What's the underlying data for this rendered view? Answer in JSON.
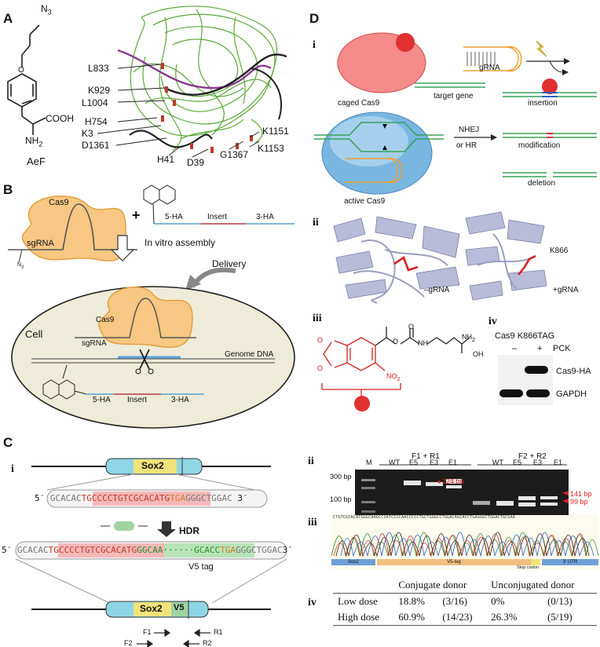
{
  "panel_labels": {
    "A": "A",
    "B": "B",
    "C": "C",
    "D": "D"
  },
  "panel_a": {
    "azide": "N",
    "azide_sub": "3",
    "cooh": "COOH",
    "amine": "NH",
    "amine_sub": "2",
    "compound": "AeF",
    "residues": [
      "L833",
      "K929",
      "L1004",
      "H754",
      "K3",
      "D1361",
      "H41",
      "D39",
      "G1367",
      "K1151",
      "K1153"
    ]
  },
  "panel_b": {
    "cas9": "Cas9",
    "sgrna": "sgRNA",
    "n3": "N",
    "n3_sub": "3",
    "plus": "+",
    "ha5": "5-HA",
    "insert": "Insert",
    "ha3": "3-HA",
    "assembly": "In vitro assembly",
    "delivery": "Delivery",
    "cell": "Cell",
    "cas9_in": "Cas9",
    "sgrna_in": "sgRNA",
    "genome": "Genome DNA",
    "ha5_in": "5-HA",
    "insert_in": "Insert",
    "ha3_in": "3-HA"
  },
  "panel_c": {
    "sub_i": "i",
    "gene": "Sox2",
    "seq1_5": "5′",
    "seq1_a": "GCACAC",
    "seq1_red": "TGCCCCTGTCGCACATG",
    "seq1_b": "TGA",
    "seq1_c": "GGGCTGGAC",
    "seq1_3": "3′",
    "hdr": "HDR",
    "seq2_5": "5′",
    "seq2_a": "GCACAC",
    "seq2_red": "TGCCCCTGTCGCACATG",
    "seq2_green": "GGCAA······GCACC",
    "seq2_b": "TGA",
    "seq2_c": "GGGCTGGAC",
    "seq2_3": "3′",
    "v5tag": "V5 tag",
    "gene2": "Sox2",
    "v5": "V5",
    "f1": "F1",
    "r1": "R1",
    "f2": "F2",
    "r2": "R2",
    "gel_sub": "ii",
    "gel_groups": [
      "F1 + R1",
      "F2 + R2"
    ],
    "gel_lanes": [
      "M",
      "WT",
      "E5",
      "E3",
      "E1",
      "WT",
      "E5",
      "E3",
      "E1"
    ],
    "gel_ladder": [
      "300 bp",
      "100 bp"
    ],
    "gel_bands": [
      "224 bp",
      "141 bp",
      "99 bp"
    ],
    "seq_sub": "iii",
    "chrom_seq": "CTGTCGCACATGGGCAAGCCCATCCCCAACCCCCTGCTGGGCCTGGACAGCACCTGAGGGCTGGACTGCGAA",
    "chrom_segments": [
      "Sox2",
      "V5-tag",
      "3' UTR"
    ],
    "stop": "Stop codon",
    "table_sub": "iv",
    "table_headers": [
      "",
      "Conjugate donor",
      "",
      "Unconjugated donor",
      ""
    ],
    "table_rows": [
      [
        "Low dose",
        "18.8%",
        "(3/16)",
        "0%",
        "(0/13)"
      ],
      [
        "High dose",
        "60.9%",
        "(14/23)",
        "26.3%",
        "(5/19)"
      ]
    ]
  },
  "panel_d": {
    "sub_i": "i",
    "caged": "caged Cas9",
    "grna": "gRNA",
    "target": "target gene",
    "active": "active Cas9",
    "nhej": "NHEJ",
    "orhr": "or HR",
    "insertion": "insertion",
    "modification": "modification",
    "deletion": "deletion",
    "sub_ii": "ii",
    "minus_grna": "–gRNA",
    "plus_grna": "+gRNA",
    "k866": "K866",
    "sub_iii": "iii",
    "nh2": "NH",
    "nh2_sub": "2",
    "oh": "OH",
    "no2": "NO",
    "no2_sub": "2",
    "o_labels": [
      "O",
      "O",
      "O",
      "O",
      "N",
      "H"
    ],
    "sub_iv": "iv",
    "wb_title": "Cas9 K866TAG",
    "wb_minus": "–",
    "wb_plus": "+",
    "wb_pck": "PCK",
    "wb_cas9": "Cas9-HA",
    "wb_gapdh": "GAPDH"
  }
}
